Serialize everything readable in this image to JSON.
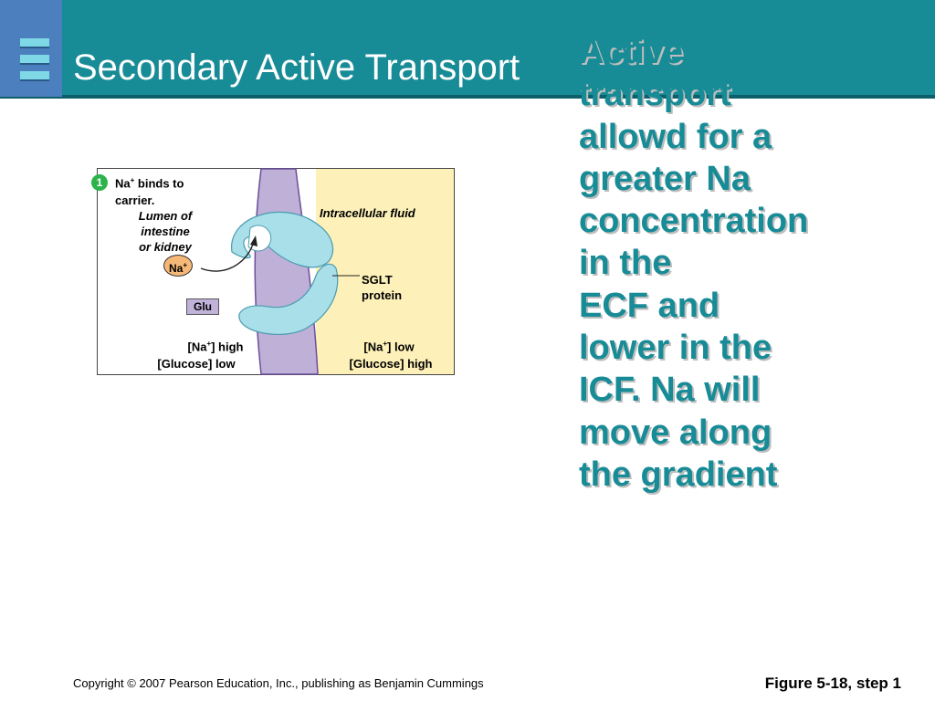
{
  "slide": {
    "title": "Secondary Active Transport",
    "side_text": "Active\ntransport\nallowd for a\ngreater Na\nconcentration\nin the\nECF and\nlower in the\nICF. Na will\nmove along\nthe gradient",
    "copyright": "Copyright © 2007 Pearson Education, Inc., publishing as Benjamin Cummings",
    "figure_label": "Figure 5-18, step 1"
  },
  "diagram": {
    "step_number": "1",
    "step_text_1": "Na",
    "step_text_2": " binds to",
    "step_text_3": "carrier.",
    "lumen_line1": "Lumen of",
    "lumen_line2": "intestine",
    "lumen_line3": "or kidney",
    "intracellular_label": "Intracellular fluid",
    "na_ion": "Na",
    "plus": "+",
    "glu_label": "Glu",
    "sglt_line1": "SGLT",
    "sglt_line2": "protein",
    "left_na_a": "[Na",
    "left_na_b": "] high",
    "left_glucose": "[Glucose] low",
    "right_na_a": "[Na",
    "right_na_b": "] low",
    "right_glucose": "[Glucose] high",
    "colors": {
      "lumen": "#ffffff",
      "intracellular": "#fdf0b8",
      "membrane": "#bfb0d8",
      "carrier": "#a8dfe9",
      "sodium": "#f6b877",
      "step_badge": "#2db34a"
    }
  }
}
